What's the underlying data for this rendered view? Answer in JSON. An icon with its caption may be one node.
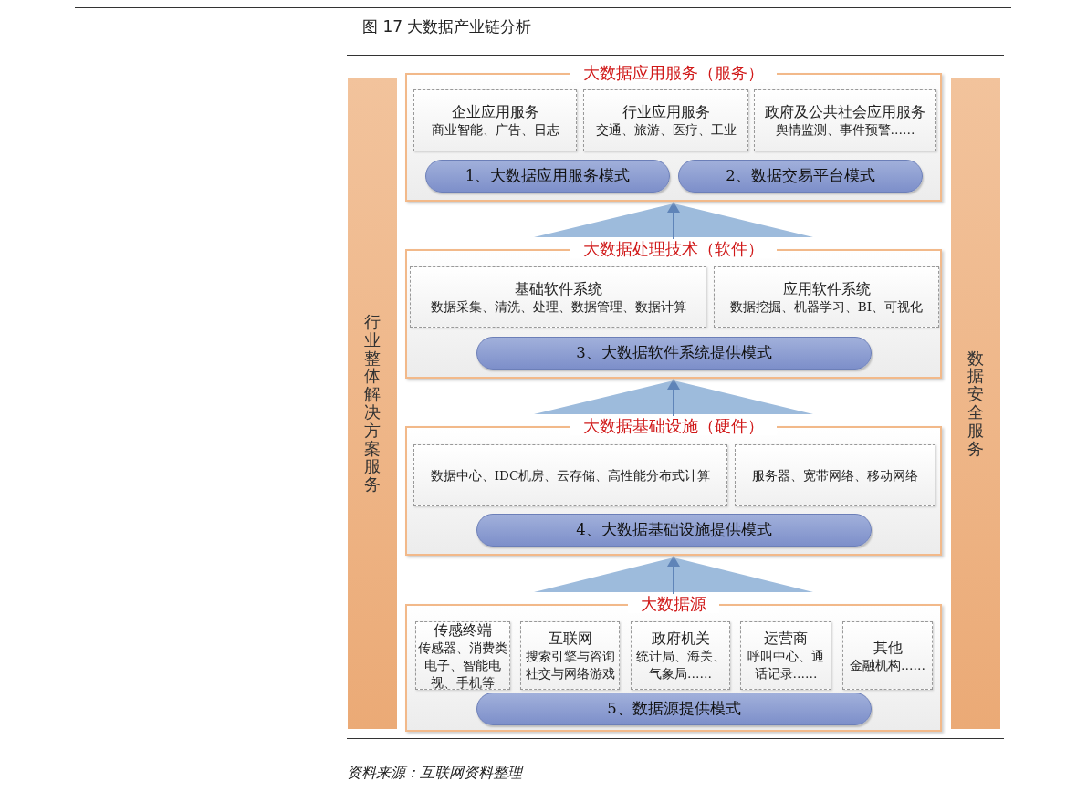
{
  "diagram": {
    "title": "图 17 大数据产业链分析",
    "caption": "资料来源：互联网资料整理",
    "nodes": [
      {
        "text": [
          "行业整体解决方案服务"
        ]
      },
      {
        "text": [
          "数据安全服务"
        ]
      },
      {
        "text": [
          "大数据应用服务（服务）"
        ]
      },
      {
        "text": [
          "企业应用服务",
          "商业智能、广告、日志"
        ],
        "in": 2
      },
      {
        "text": [
          "行业应用服务",
          "交通、旅游、医疗、工业"
        ],
        "in": 2
      },
      {
        "text": [
          "政府及公共社会应用服务",
          "舆情监测、事件预警……"
        ],
        "in": 2
      },
      {
        "text": [
          "1、大数据应用服务模式"
        ],
        "in": 2
      },
      {
        "text": [
          "2、数据交易平台模式"
        ],
        "in": 2
      },
      {
        "text": [
          "大数据处理技术（软件）"
        ]
      },
      {
        "text": [
          "基础软件系统",
          "数据采集、清洗、处理、数据管理、数据计算"
        ],
        "in": 8
      },
      {
        "text": [
          "应用软件系统",
          "数据挖掘、机器学习、BI、可视化"
        ],
        "in": 8
      },
      {
        "text": [
          "3、大数据软件系统提供模式"
        ],
        "in": 8
      },
      {
        "text": [
          "大数据基础设施（硬件）"
        ]
      },
      {
        "text": [
          "数据中心、IDC机房、云存储、高性能分布式计算"
        ],
        "in": 12
      },
      {
        "text": [
          "服务器、宽带网络、移动网络"
        ],
        "in": 12
      },
      {
        "text": [
          "4、大数据基础设施提供模式"
        ],
        "in": 12
      },
      {
        "text": [
          "大数据源"
        ]
      },
      {
        "text": [
          "传感终端",
          "传感器、消费类电子、智能电视、手机等"
        ],
        "in": 16
      },
      {
        "text": [
          "互联网",
          "搜索引擎与咨询社交与网络游戏"
        ],
        "in": 16
      },
      {
        "text": [
          "政府机关",
          "统计局、海关、气象局……"
        ],
        "in": 16
      },
      {
        "text": [
          "运营商",
          "呼叫中心、通话记录……"
        ],
        "in": 16
      },
      {
        "text": [
          "其他",
          "金融机构……"
        ],
        "in": 16
      },
      {
        "text": [
          "5、数据源提供模式"
        ],
        "in": 16
      }
    ],
    "edges": [
      {
        "from": 16,
        "to": 12,
        "arrow": "to"
      },
      {
        "from": 12,
        "to": 8,
        "arrow": "to"
      },
      {
        "from": 8,
        "to": 2,
        "arrow": "to"
      }
    ]
  }
}
